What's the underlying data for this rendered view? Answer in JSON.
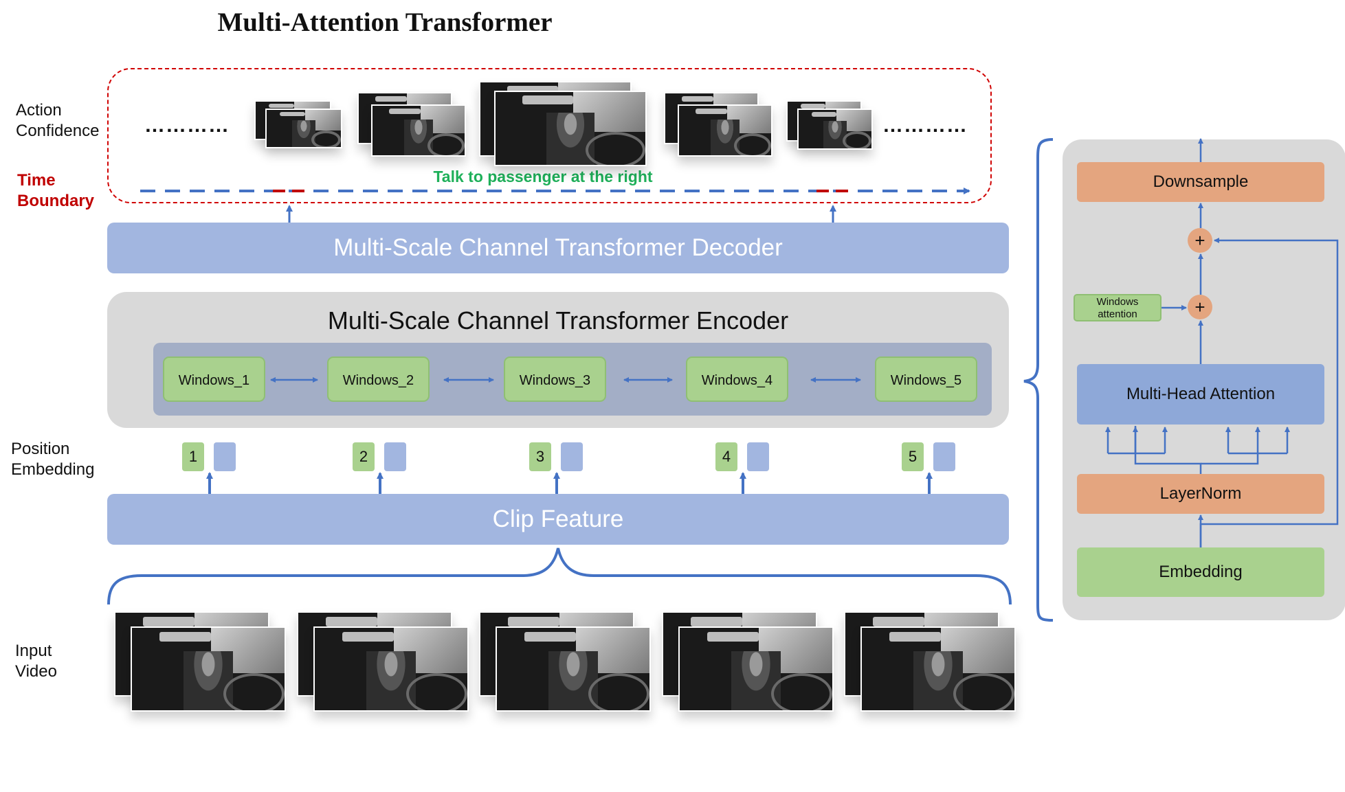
{
  "title": "Multi-Attention Transformer",
  "labels": {
    "action_confidence_1": "Action",
    "action_confidence_2": "Confidence",
    "time_boundary_1": "Time",
    "time_boundary_2": "Boundary",
    "position_embedding_1": "Position",
    "position_embedding_2": "Embedding",
    "input_video_1": "Input",
    "input_video_2": "Video"
  },
  "top_region": {
    "ellipsis_left": "…………",
    "ellipsis_right": "…………",
    "action_text": "Talk to passenger at the right"
  },
  "decoder": {
    "label": "Multi-Scale Channel Transformer Decoder"
  },
  "encoder": {
    "label": "Multi-Scale Channel Transformer Encoder",
    "windows": [
      "Windows_1",
      "Windows_2",
      "Windows_3",
      "Windows_4",
      "Windows_5"
    ]
  },
  "positions": [
    "1",
    "2",
    "3",
    "4",
    "5"
  ],
  "clip_feature": {
    "label": "Clip  Feature"
  },
  "detail_panel": {
    "downsample": "Downsample",
    "plus": "+",
    "windows_attention_1": "Windows",
    "windows_attention_2": "attention",
    "multi_head_attention": "Multi-Head  Attention",
    "layernorm": "LayerNorm",
    "embedding": "Embedding"
  },
  "colors": {
    "bar_blue": "#a2b6e0",
    "window_green": "#a9d18e",
    "orange": "#e4a57f",
    "arrow_blue": "#4472c4",
    "boundary_red": "#c00000",
    "action_green": "#1fb05a"
  }
}
